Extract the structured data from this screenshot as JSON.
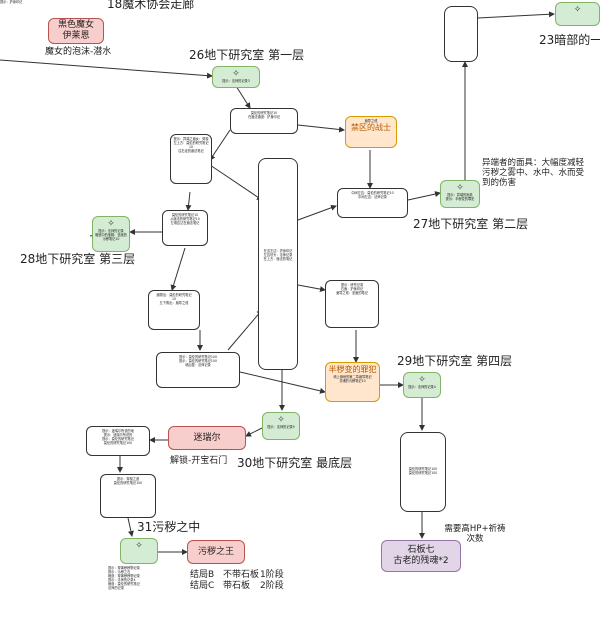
{
  "titles": {
    "t18": "18魔术协会走廊",
    "t23": "23暗部的一",
    "t26": "26地下研究室 第一层",
    "t27": "27地下研究室 第二层",
    "t28": "28地下研究室 第三层",
    "t29": "29地下研究室 第四层",
    "t30": "30地下研究室 最底层",
    "t31": "31污秽之中"
  },
  "boxes": {
    "witch_line1": "黒色魔女",
    "witch_line2": "伊莱恩",
    "miral": "迷瑞尔",
    "filth_king": "污秽之王",
    "slab_line1": "石板七",
    "slab_line2": "古老的残魂*2",
    "forbidden_warrior": "禁区的战士",
    "half_corrupt": "半秽变的罪犯"
  },
  "captions": {
    "witch_note": "魔女的泡沫-潜水",
    "miral_note": "解锁-开宝石门",
    "cult_note_l1": "异端者的面具：大幅度减轻",
    "cult_note_l2": "污秽之雾中、水中、水而受",
    "cult_note_l3": "到的伤害",
    "hp_note_l1": "需要高HP+祈祷",
    "hp_note_l2": "次数",
    "ending_b": "结局B",
    "ending_c": "结局C",
    "no_slab": "不带石板",
    "with_slab": "带石板",
    "stage1": "1阶段",
    "stage2": "2阶段"
  },
  "small_notes": {
    "top_left": "提示：护身印记",
    "n26": "提示：法师的记录3",
    "n27_l1": "提示：异端的面具",
    "n27_l2": "提示：半秽变的罪犯",
    "n28_l1": "提示：法师的记录",
    "n28_l2": "暗道中的宝箱：圣魔的",
    "n28_l3": "污秽笔记10",
    "n29": "提示：法师的记录4",
    "n30": "提示：法师的记录5",
    "n31_l1": "提示：穿离秽秽物记录",
    "n31_l2": "提示：污秽之石",
    "n31_l3": "暗道：穿离秽秽物记录",
    "forbidden_sub": "魔导之戒",
    "half_sub_l1": "墙上倒地的第二章魔导笔记",
    "half_sub_l2": "灵魂的污秽笔记10"
  },
  "flow_texts": {
    "f1_l1": "莫伦的研究笔记10",
    "f1_l2": "在魔法通道：护身印记",
    "f2_l1": "提示：异端之魔女：穿梭",
    "f2_l2": "左上方：莫伦的研究笔记",
    "f2_l3": "10",
    "f2_l4": "往右走的魔法笔记",
    "f3_l1": "莫伦的研究笔记10",
    "f3_l2": "从魔法的研究笔记10",
    "f3_l3": "左墙边达在魔法笔记",
    "f4_l1": "在这左边：护身印记",
    "f4_l2": "左边尽头：法师记录",
    "f4_l3": "在上方：魔法的笔记",
    "f5_l1": "中间左边：莫伦的研究笔记10",
    "f5_l2": "中间左边：法师记录",
    "f6_l1": "魔物出：莫伦的研究笔记",
    "f6_l2": "10",
    "f6_l3": "左下角出：魔导之戒",
    "f7_l1": "提示：莫伦的研究笔记100",
    "f7_l2": "提示：莫伦的研究笔记100",
    "f7_l3": "墙后壁：法师记录",
    "f8_l1": "提示：研究记录",
    "f8_l2": "右面：护身印记",
    "f8_l3": "魔导之戒：圣魔的笔记",
    "f9_l1": "莫伦的研究笔记100",
    "f9_l2": "莫伦的研究笔记100",
    "f10_l1": "提示：迷瑞尔所说的地",
    "f10_l2": "提示：迷瑞尔所说的",
    "f10_l3": "提示：莫伦的研究笔记",
    "f10_l4": "莫伦的研究笔记100",
    "f11_l1": "提示：穿梭之道",
    "f11_l2": "莫伦的研究笔记100",
    "f12": "法师的记录",
    "f13_l1": "提示：法师的记录4",
    "f13_l2": "暗道：莫伦的研究笔记"
  },
  "colors": {
    "green_fill": "#d5ecd4",
    "green_stroke": "#82b366",
    "pink_fill": "#f8cecc",
    "orange_fill": "#ffe6cc",
    "purple_fill": "#e1d5e7",
    "line": "#333333"
  },
  "icons": {
    "room": "four-point-star-icon"
  }
}
